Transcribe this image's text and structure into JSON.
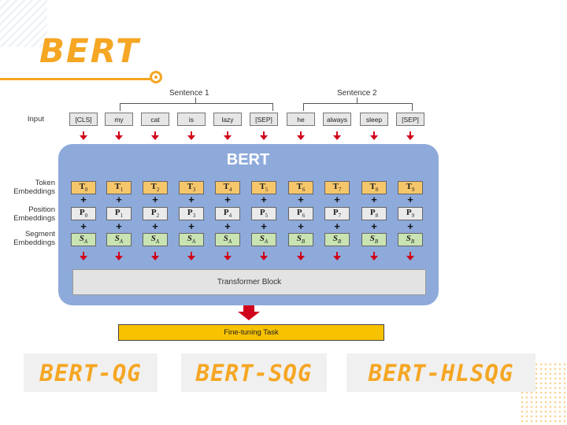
{
  "slide": {
    "title": "BERT",
    "accent": "#f5a623"
  },
  "diagram": {
    "sentence1": "Sentence 1",
    "sentence2": "Sentence 2",
    "labels": {
      "input": "Input",
      "token": "Token\nEmbeddings",
      "position": "Position\nEmbeddings",
      "segment": "Segment\nEmbeddings"
    },
    "inputs": [
      "[CLS]",
      "my",
      "cat",
      "is",
      "lazy",
      "[SEP]",
      "he",
      "always",
      "sleep",
      "[SEP]"
    ],
    "bert_label": "BERT",
    "token_sub": [
      "0",
      "1",
      "2",
      "3",
      "4",
      "5",
      "6",
      "7",
      "8",
      "9"
    ],
    "position_sub": [
      "0",
      "1",
      "2",
      "3",
      "4",
      "5",
      "6",
      "7",
      "8",
      "9"
    ],
    "segment_sub": [
      "A",
      "A",
      "A",
      "A",
      "A",
      "A",
      "B",
      "B",
      "B",
      "B"
    ],
    "transformer": "Transformer Block",
    "finetune": "Fine-tuning Task",
    "colors": {
      "panel": "#8eaadb",
      "token": "#f6c66b",
      "segment": "#c9e3b3",
      "arrow": "#d0021b",
      "finetune": "#f7c200"
    }
  },
  "models": [
    "BERT-QG",
    "BERT-SQG",
    "BERT-HLSQG"
  ]
}
